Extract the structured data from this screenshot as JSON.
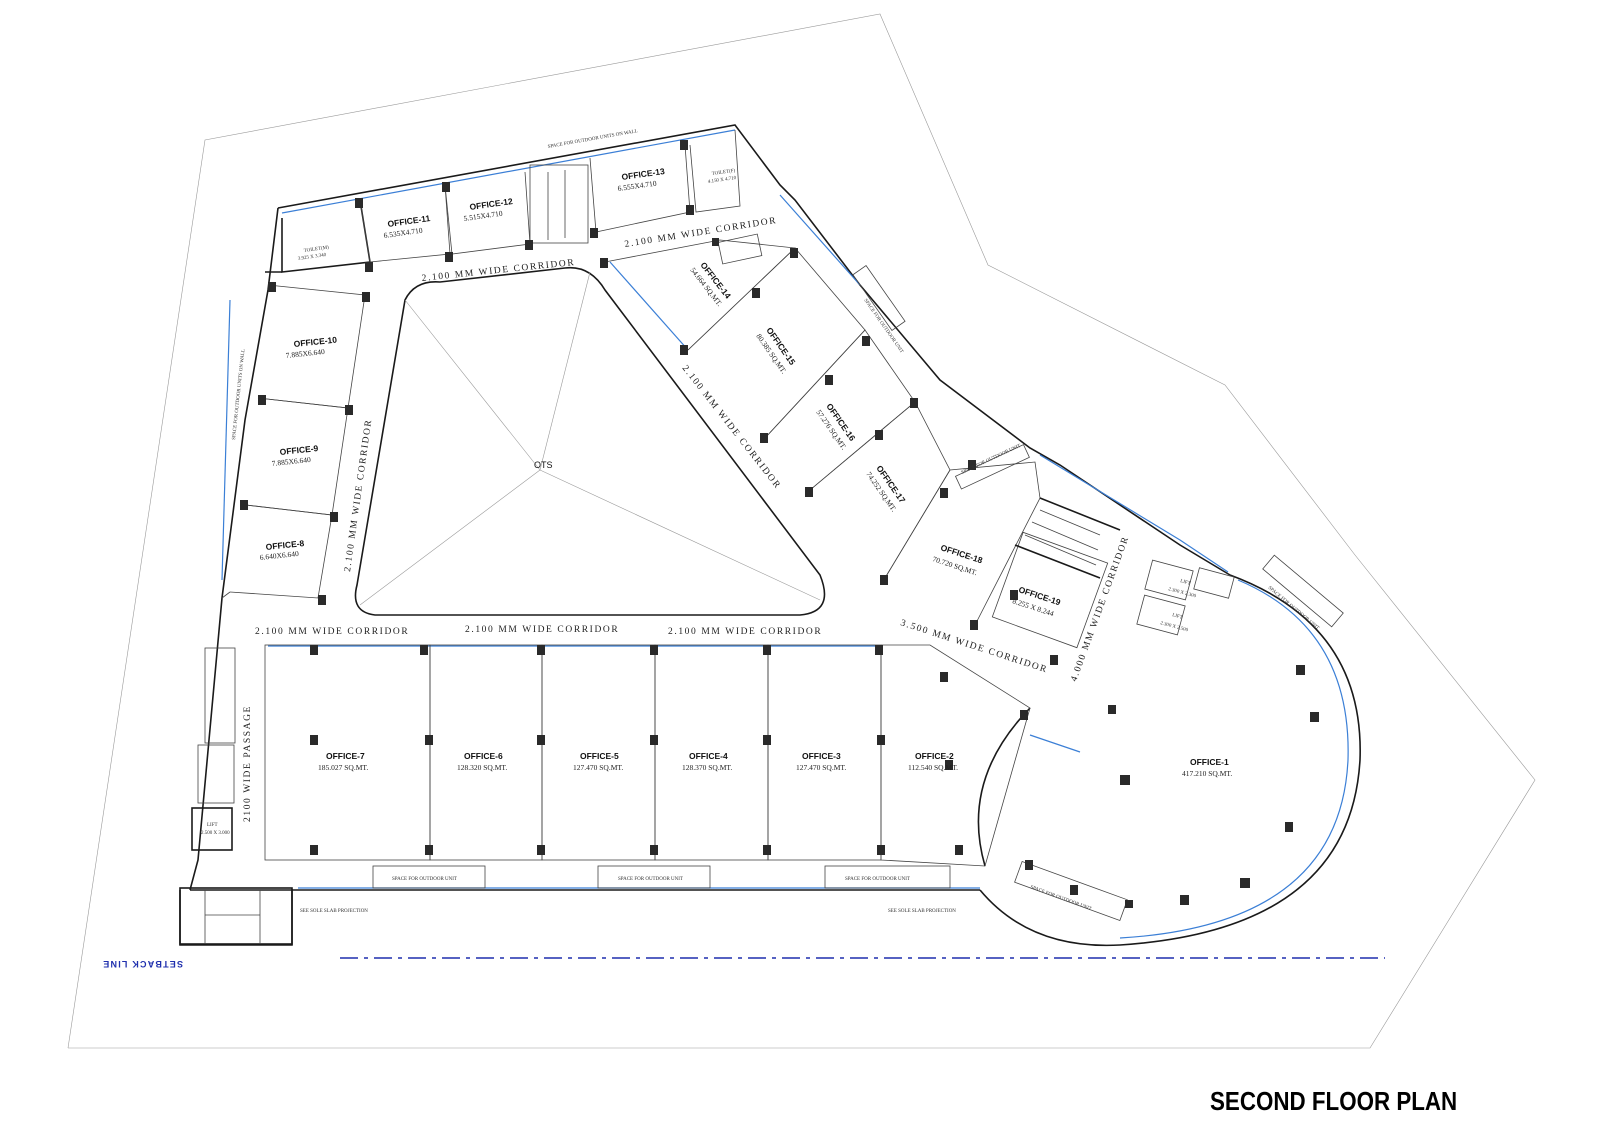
{
  "title": "SECOND FLOOR PLAN",
  "setback_label": "SETBACK LINE",
  "ots_label": "OTS",
  "corridors": {
    "top_left": "2.100 MM WIDE CORRIDOR",
    "top_right": "2.100 MM WIDE CORRIDOR",
    "left_vertical": "2.100 MM WIDE CORRIDOR",
    "diagonal": "2.100 MM WIDE CORRIDOR",
    "mid_1": "2.100 MM WIDE CORRIDOR",
    "mid_2": "2.100 MM WIDE CORRIDOR",
    "mid_3": "2.100 MM WIDE CORRIDOR",
    "wide_3500": "3.500 MM WIDE CORRIDOR",
    "wide_4000": "4.000 MM WIDE CORRIDOR",
    "passage": "2100 WIDE PASSAGE"
  },
  "offices": {
    "o1": {
      "name": "OFFICE-1",
      "area": "417.210 SQ.MT."
    },
    "o2": {
      "name": "OFFICE-2",
      "area": "112.540 SQ.MT."
    },
    "o3": {
      "name": "OFFICE-3",
      "area": "127.470 SQ.MT."
    },
    "o4": {
      "name": "OFFICE-4",
      "area": "128.370 SQ.MT."
    },
    "o5": {
      "name": "OFFICE-5",
      "area": "127.470 SQ.MT."
    },
    "o6": {
      "name": "OFFICE-6",
      "area": "128.320 SQ.MT."
    },
    "o7": {
      "name": "OFFICE-7",
      "area": "185.027 SQ.MT."
    },
    "o8": {
      "name": "OFFICE-8",
      "area": "6.640X6.640"
    },
    "o9": {
      "name": "OFFICE-9",
      "area": "7.885X6.640"
    },
    "o10": {
      "name": "OFFICE-10",
      "area": "7.885X6.640"
    },
    "o11": {
      "name": "OFFICE-11",
      "area": "6.535X4.710"
    },
    "o12": {
      "name": "OFFICE-12",
      "area": "5.515X4.710"
    },
    "o13": {
      "name": "OFFICE-13",
      "area": "6.555X4.710"
    },
    "o14": {
      "name": "OFFICE-14",
      "area": "54.664 SQ.MT."
    },
    "o15": {
      "name": "OFFICE-15",
      "area": "80.385 SQ.MT."
    },
    "o16": {
      "name": "OFFICE-16",
      "area": "57.276 SQ.MT."
    },
    "o17": {
      "name": "OFFICE-17",
      "area": "74.252 SQ.MT."
    },
    "o18": {
      "name": "OFFICE-18",
      "area": "70.720 SQ.MT."
    },
    "o19": {
      "name": "OFFICE-19",
      "area": "8.255 X 8.244"
    }
  },
  "small_labels": {
    "outdoor_top": "SPACE FOR OUTDOOR UNITS ON WALL",
    "outdoor_left": "SPACE FOR OUTDOOR UNITS ON WALL",
    "outdoor_unit": "SPACE FOR OUTDOOR UNIT",
    "toilet_m": "TOILET(M)",
    "toilet_m_dim": "3.925 X 3.340",
    "toilet_f": "TOILET(F)",
    "toilet_f_dim": "4.150 X 4.710",
    "lift": "LIFT",
    "lift_dim_1": "2.300 X 2.300",
    "lift_dim_2": "2.300 X 2.500",
    "lift_dim_3": "2.500 X 3.000",
    "slab_projection": "SEE SOLE SLAB PROJECTION"
  },
  "colors": {
    "glazing": "#3b7fd6",
    "setback": "#1f2fae"
  }
}
